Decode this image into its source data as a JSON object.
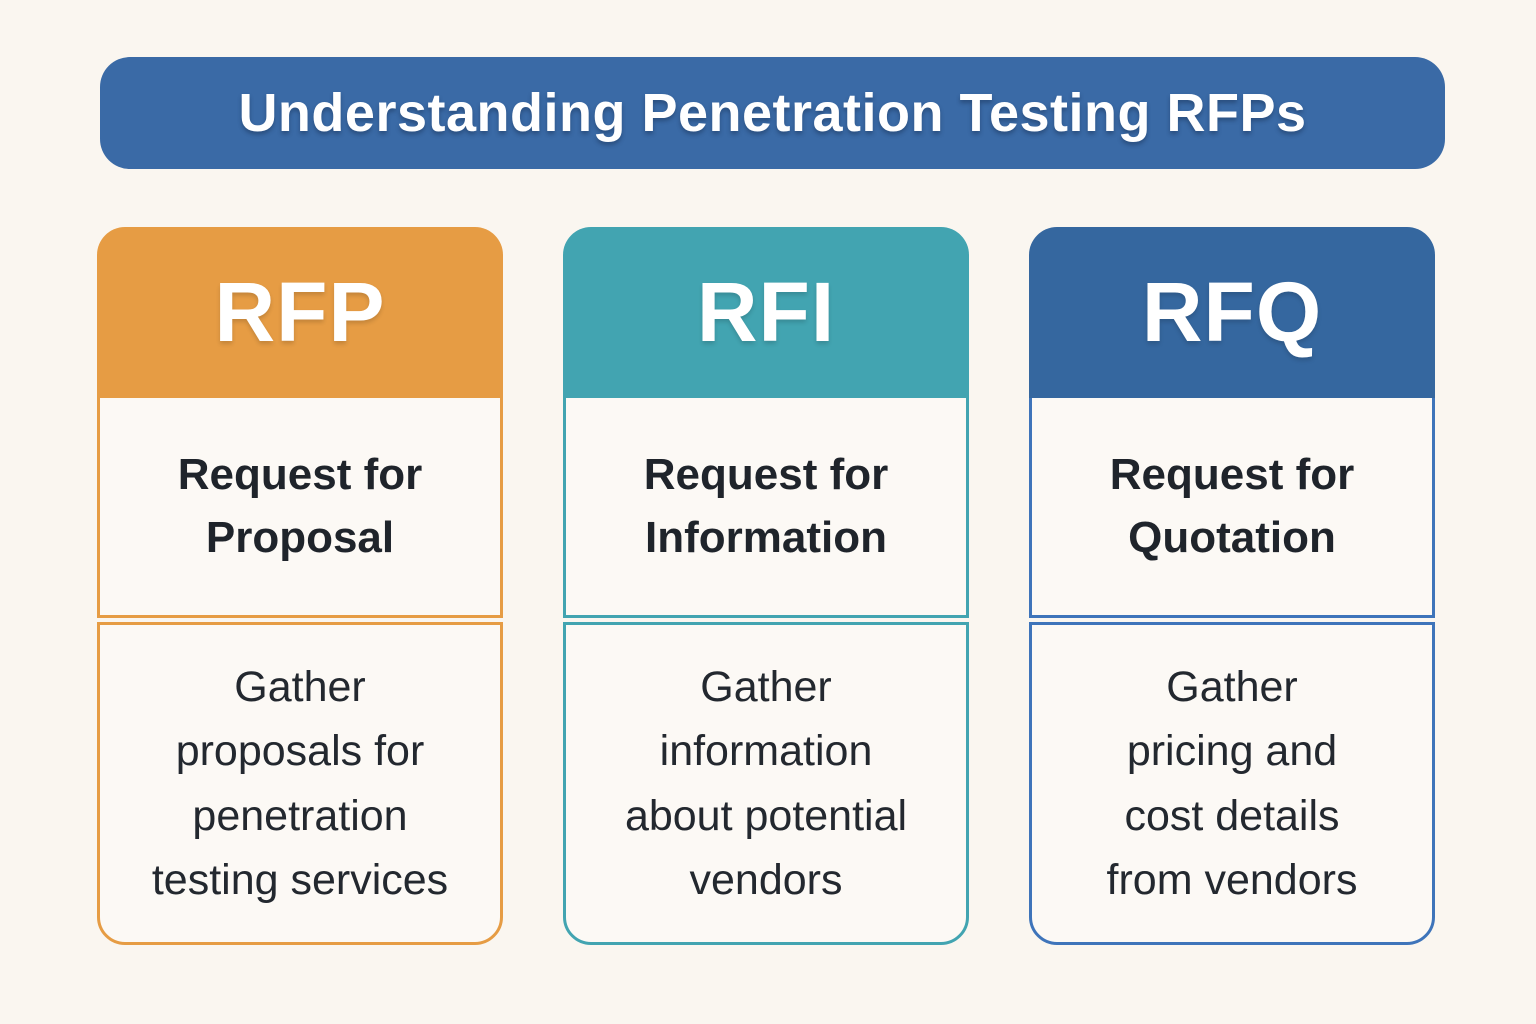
{
  "page": {
    "background": "#faf6f0",
    "section_background": "#fcf9f5"
  },
  "title": {
    "text": "Understanding Penetration Testing RFPs",
    "bg": "#3a6aa6",
    "color": "#ffffff"
  },
  "cards": [
    {
      "acronym": "RFP",
      "accent": "#e69c44",
      "border": "#e69c44",
      "full_name": "Request for\nProposal",
      "description": "Gather\nproposals for\npenetration\ntesting services"
    },
    {
      "acronym": "RFI",
      "accent": "#42a4b1",
      "border": "#42a4b1",
      "full_name": "Request for\nInformation",
      "description": "Gather\ninformation\nabout potential\nvendors"
    },
    {
      "acronym": "RFQ",
      "accent": "#35679f",
      "border": "#3e74ba",
      "full_name": "Request for\nQuotation",
      "description": "Gather\npricing and\ncost details\nfrom vendors"
    }
  ]
}
